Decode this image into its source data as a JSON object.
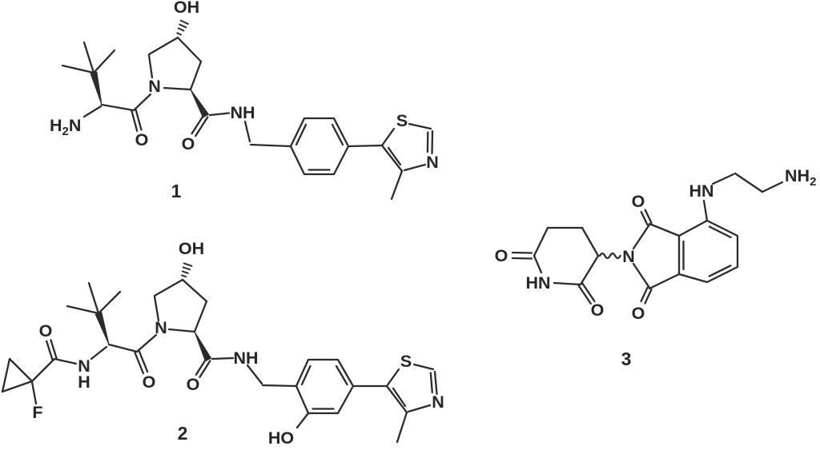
{
  "figure": {
    "background_color": "#ffffff",
    "ink_color": "#2b2b2b",
    "compounds": [
      {
        "label": "1",
        "atoms": {
          "hydroxyl": "OH",
          "pyrrolidine_n": "N",
          "amine_h": "H",
          "amine_sub": "2",
          "amine_n": "N",
          "acyl_o": "O",
          "amide_o": "O",
          "amide_nh": "NH",
          "thiazole_s": "S",
          "thiazole_n": "N"
        }
      },
      {
        "label": "2",
        "atoms": {
          "cyclopropyl_acyl_o": "O",
          "fluoro": "F",
          "amide1_n": "N",
          "amide1_h": "H",
          "hydroxyl": "OH",
          "pyrrolidine_n": "N",
          "acyl_o": "O",
          "amide2_o": "O",
          "amide2_nh": "NH",
          "phenol_ho": "HO",
          "thiazole_s": "S",
          "thiazole_n": "N"
        }
      },
      {
        "label": "3",
        "atoms": {
          "glutarimide_o_left": "O",
          "glutarimide_hn": "HN",
          "glutarimide_o_bottom": "O",
          "imide_n": "N",
          "phthalimide_o_top": "O",
          "phthalimide_o_bottom": "O",
          "aniline_hn": "HN",
          "amine_nh": "NH",
          "amine_sub": "2"
        }
      }
    ]
  }
}
